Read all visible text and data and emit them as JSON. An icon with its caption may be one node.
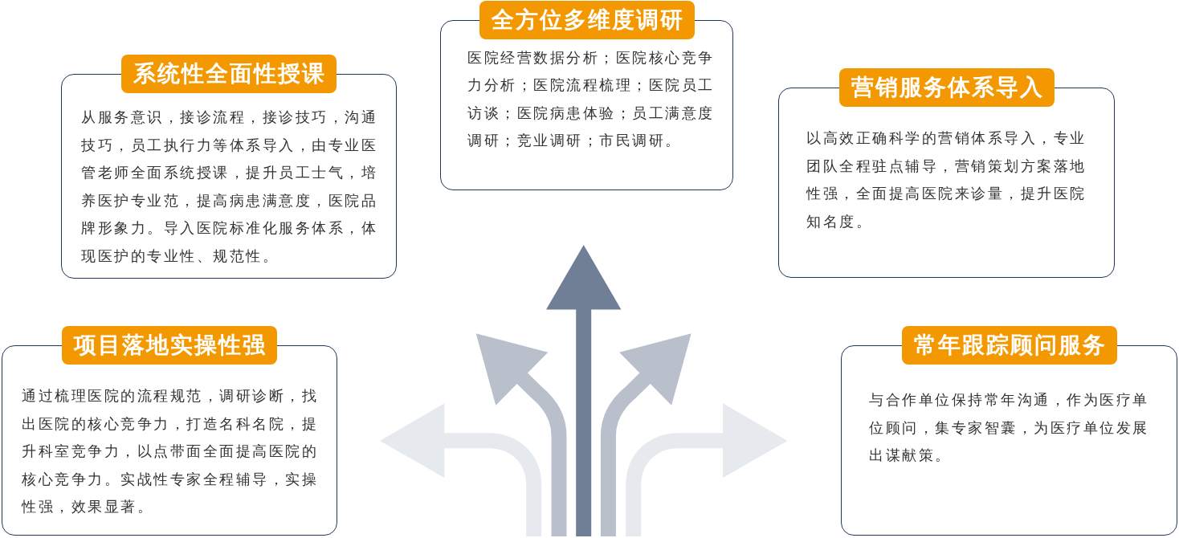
{
  "diagram": {
    "nodes": [
      {
        "text": [
          "全方位多维度调研",
          "医院经营数据分析；医院核心竞争力分析；医院流程梳理；医院员工访谈；医院病患体验；员工满意度调研；竞业调研；市民调研。"
        ]
      },
      {
        "text": [
          "系统性全面性授课",
          "从服务意识，接诊流程，接诊技巧，沟通技巧，员工执行力等体系导入，由专业医管老师全面系统授课，提升员工士气，培养医护专业范，提高病患满意度，医院品牌形象力。导入医院标准化服务体系，体现医护的专业性、规范性。"
        ]
      },
      {
        "text": [
          "营销服务体系导入",
          "以高效正确科学的营销体系导入，专业团队全程驻点辅导，营销策划方案落地性强，全面提高医院来诊量，提升医院知名度。"
        ]
      },
      {
        "text": [
          "项目落地实操性强",
          "通过梳理医院的流程规范，调研诊断，找出医院的核心竞争力，打造名科名院，提升科室竞争力，以点带面全面提高医院的核心竞争力。实战性专家全程辅导，实操性强，效果显著。"
        ]
      },
      {
        "text": [
          "常年跟踪顾问服务",
          "与合作单位保持常年沟通，作为医疗单位顾问，集专家智囊，为医疗单位发展出谋献策。"
        ]
      }
    ]
  }
}
